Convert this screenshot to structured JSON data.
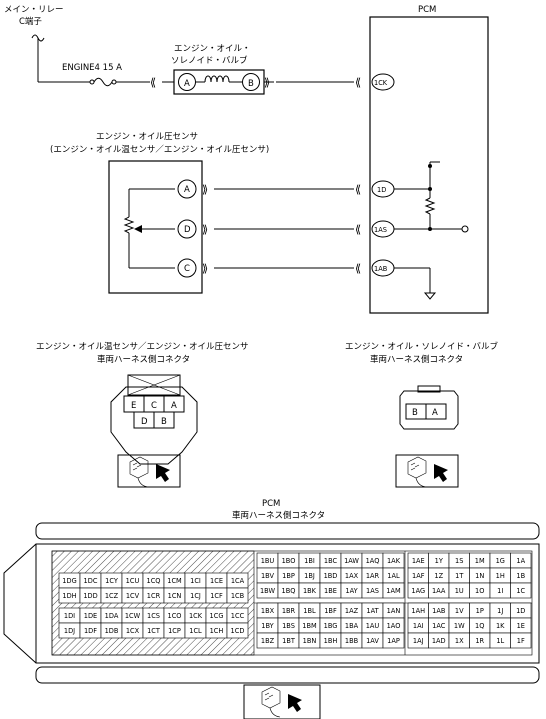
{
  "labels": {
    "main_relay": "メイン・リレー",
    "c_terminal": "C端子",
    "pcm": "PCM",
    "solenoid_title_1": "エンジン・オイル・",
    "solenoid_title_2": "ソレノイド・バルブ",
    "fuse": "ENGINE4 15 A",
    "sensor_title": "エンジン・オイル圧センサ",
    "sensor_subtitle": "(エンジン・オイル温センサ／エンジン・オイル圧センサ)",
    "sensor_conn_title": "エンジン・オイル温センサ／エンジン・オイル圧センサ",
    "harness_side_conn": "車両ハーネス側コネクタ",
    "solenoid_conn_title": "エンジン・オイル・ソレノイド・バルブ",
    "pcm_conn_title": "PCM"
  },
  "solenoid_pins": [
    "A",
    "B"
  ],
  "sensor_pins": [
    "A",
    "D",
    "C"
  ],
  "pcm_terminals": [
    "1CK",
    "1D",
    "1AS",
    "1AB"
  ],
  "sensor_connector": {
    "top": [
      "E",
      "C",
      "A"
    ],
    "bottom": [
      "D",
      "B"
    ]
  },
  "solenoid_connector": [
    "B",
    "A"
  ],
  "pcm_left_block": [
    [
      "1DG",
      "1DC",
      "1CY",
      "1CU",
      "1CQ",
      "1CM",
      "1CI",
      "1CE",
      "1CA"
    ],
    [
      "1DH",
      "1DD",
      "1CZ",
      "1CV",
      "1CR",
      "1CN",
      "1CJ",
      "1CF",
      "1CB"
    ],
    [
      "1DI",
      "1DE",
      "1DA",
      "1CW",
      "1CS",
      "1CO",
      "1CK",
      "1CG",
      "1CC"
    ],
    [
      "1DJ",
      "1DF",
      "1DB",
      "1CX",
      "1CT",
      "1CP",
      "1CL",
      "1CH",
      "1CD"
    ]
  ],
  "pcm_mid_block": [
    [
      "1BU",
      "1BO",
      "1BI",
      "1BC",
      "1AW",
      "1AQ",
      "1AK"
    ],
    [
      "1BV",
      "1BP",
      "1BJ",
      "1BD",
      "1AX",
      "1AR",
      "1AL"
    ],
    [
      "1BW",
      "1BQ",
      "1BK",
      "1BE",
      "1AY",
      "1AS",
      "1AM"
    ],
    [
      "1BX",
      "1BR",
      "1BL",
      "1BF",
      "1AZ",
      "1AT",
      "1AN"
    ],
    [
      "1BY",
      "1BS",
      "1BM",
      "1BG",
      "1BA",
      "1AU",
      "1AO"
    ],
    [
      "1BZ",
      "1BT",
      "1BN",
      "1BH",
      "1BB",
      "1AV",
      "1AP"
    ]
  ],
  "pcm_right_block": [
    [
      "1AE",
      "1Y",
      "1S",
      "1M",
      "1G",
      "1A"
    ],
    [
      "1AF",
      "1Z",
      "1T",
      "1N",
      "1H",
      "1B"
    ],
    [
      "1AG",
      "1AA",
      "1U",
      "1O",
      "1I",
      "1C"
    ],
    [
      "1AH",
      "1AB",
      "1V",
      "1P",
      "1J",
      "1D"
    ],
    [
      "1AI",
      "1AC",
      "1W",
      "1Q",
      "1K",
      "1E"
    ],
    [
      "1AJ",
      "1AD",
      "1X",
      "1R",
      "1L",
      "1F"
    ]
  ]
}
